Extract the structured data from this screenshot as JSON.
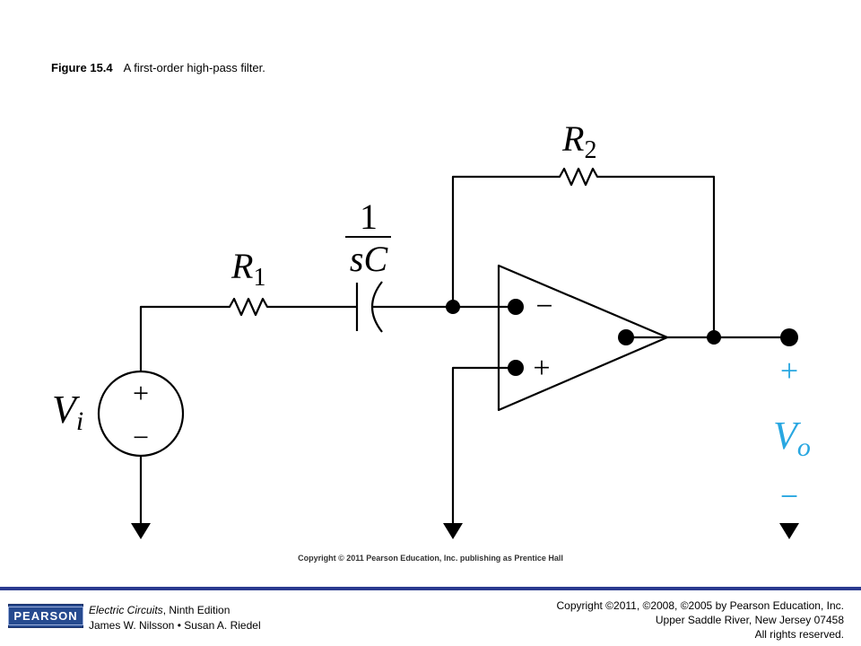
{
  "caption": {
    "label": "Figure 15.4",
    "text": "A first-order high-pass filter."
  },
  "circuit": {
    "resistor1": {
      "symbol": "R",
      "subscript": "1"
    },
    "resistor2": {
      "symbol": "R",
      "subscript": "2"
    },
    "capacitor": {
      "numerator": "1",
      "denominator": "sC"
    },
    "source": {
      "symbol": "V",
      "subscript": "i",
      "plus": "+",
      "minus": "−"
    },
    "opamp": {
      "inverting": "−",
      "noninverting": "+"
    },
    "output": {
      "symbol": "V",
      "subscript": "o",
      "plus": "+",
      "minus": "−",
      "color": "#29a7e1"
    }
  },
  "image_copyright": "Copyright © 2011 Pearson Education, Inc. publishing as Prentice Hall",
  "footer": {
    "logo": "PEARSON",
    "book_title": "Electric Circuits",
    "edition": ", Ninth Edition",
    "authors": "James W. Nilsson • Susan A. Riedel",
    "copyright_line1": "Copyright ©2011, ©2008, ©2005 by Pearson Education, Inc.",
    "copyright_line2": "Upper Saddle River, New Jersey 07458",
    "copyright_line3": "All rights reserved."
  }
}
